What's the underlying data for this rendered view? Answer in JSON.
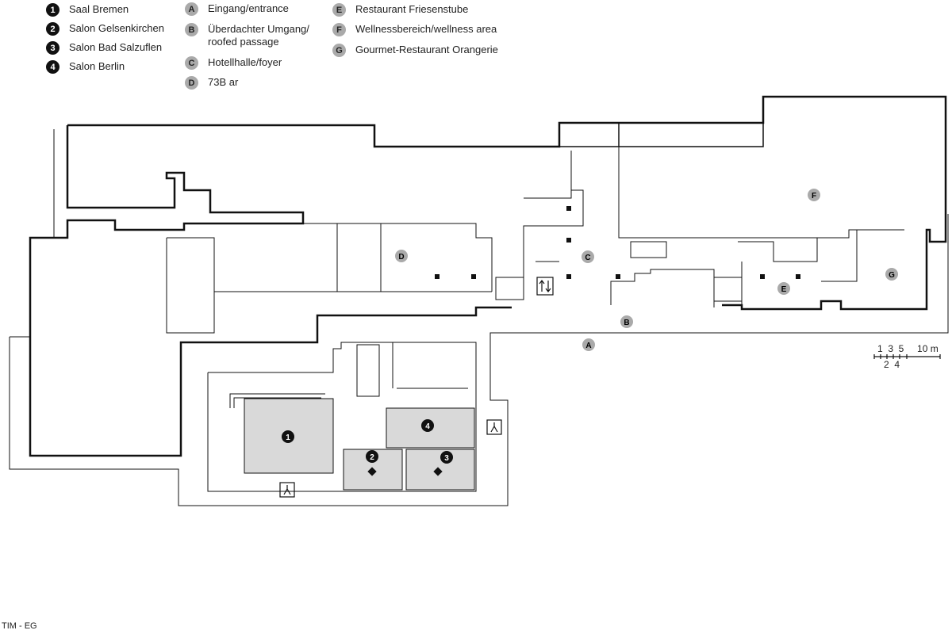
{
  "legend_numbers": [
    {
      "key": "1",
      "label": "Saal Bremen"
    },
    {
      "key": "2",
      "label": "Salon Gelsenkirchen"
    },
    {
      "key": "3",
      "label": "Salon Bad Salzuflen"
    },
    {
      "key": "4",
      "label": "Salon Berlin"
    }
  ],
  "legend_letters": [
    {
      "key": "A",
      "label": "Eingang/entrance"
    },
    {
      "key": "B",
      "label": "Überdachter Umgang/ roofed passage"
    },
    {
      "key": "C",
      "label": "Hotellhalle/foyer"
    },
    {
      "key": "D",
      "label": "73B ar"
    },
    {
      "key": "E",
      "label": "Restaurant Friesenstube"
    },
    {
      "key": "F",
      "label": "Wellnessbereich/wellness area"
    },
    {
      "key": "G",
      "label": "Gourmet-Restaurant Orangerie"
    }
  ],
  "scale": {
    "top": "1  3  5     10 m",
    "bottom": "2  4"
  },
  "footer": "TIM - EG",
  "colors": {
    "room_fill": "#d9d9d9",
    "number_badge": "#111111",
    "letter_badge": "#aaaaaa"
  }
}
